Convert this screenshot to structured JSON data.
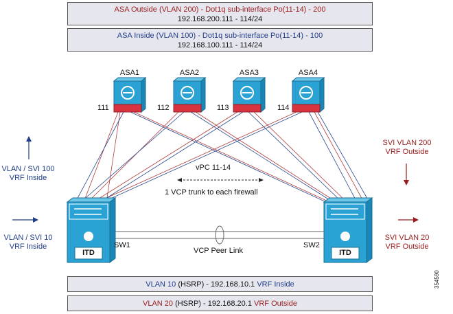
{
  "top_boxes": {
    "outside": {
      "title_vlan": "ASA Outside (VLAN 200)",
      "title_rest": "  - Dot1q sub-interface Po(11-14) - 200",
      "ip": "192.168.200.111 - 114/24"
    },
    "inside": {
      "title_vlan": "ASA Inside (VLAN 100)",
      "title_rest": "  - Dot1q sub-interface Po(11-14) - 100",
      "ip": "192.168.100.111 - 114/24"
    }
  },
  "firewalls": [
    {
      "name": "ASA1",
      "port": "111"
    },
    {
      "name": "ASA2",
      "port": "112"
    },
    {
      "name": "ASA3",
      "port": "113"
    },
    {
      "name": "ASA4",
      "port": "114"
    }
  ],
  "switches": {
    "sw1": {
      "name": "SW1",
      "badge": "ITD"
    },
    "sw2": {
      "name": "SW2",
      "badge": "ITD"
    }
  },
  "labels": {
    "vpc": "vPC 11-14",
    "vcp_trunk": "1 VCP trunk to each firewall",
    "peer_link": "VCP Peer Link",
    "left_top_1": "VLAN / SVI 100",
    "left_top_2": "VRF Inside",
    "left_bottom_1": "VLAN / SVI 10",
    "left_bottom_2": "VRF Inside",
    "right_top_1": "SVI VLAN 200",
    "right_top_2": "VRF Outside",
    "right_bottom_1": "SVI VLAN 20",
    "right_bottom_2": "VRF Outside",
    "figure_id": "354590"
  },
  "bottom_boxes": {
    "vlan10": {
      "vlan": "VLAN 10",
      "hsrp": " (HSRP) - 192.168.10.1 ",
      "vrf": "VRF Inside"
    },
    "vlan20": {
      "vlan": "VLAN 20",
      "hsrp": " (HSRP) - 192.168.20.1 ",
      "vrf": "VRF Outside"
    }
  },
  "colors": {
    "outside_red": "#9b1c1c",
    "inside_blue": "#1f3c88",
    "device_blue": "#2aa3d4",
    "firewall_red": "#d9333f",
    "box_fill": "#e6e6ef"
  }
}
